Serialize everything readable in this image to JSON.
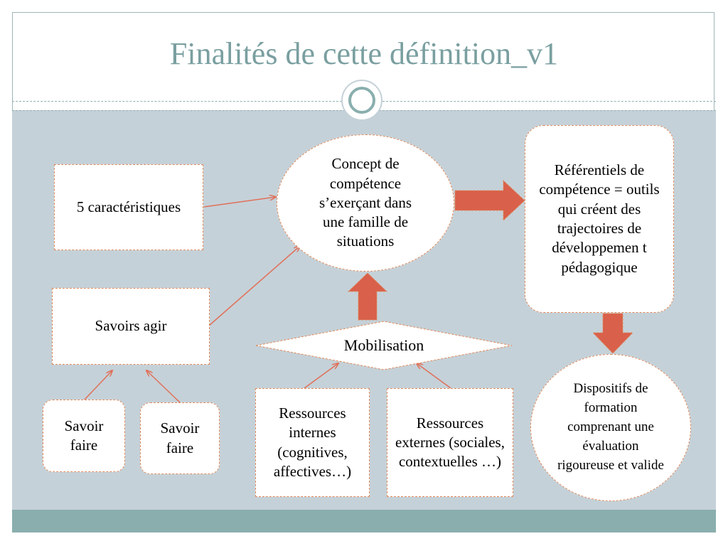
{
  "slide": {
    "title": "Finalités de cette définition_v1"
  },
  "diagram": {
    "caracteristiques": "5 caractéristiques",
    "savoirs_agir": "Savoirs agir",
    "savoir_faire_1": "Savoir faire",
    "savoir_faire_2": "Savoir faire",
    "concept": "Concept de compétence s’exerçant dans une famille de situations",
    "mobilisation": "Mobilisation",
    "ressources_internes": "Ressources internes (cognitives, affectives…)",
    "ressources_externes": "Ressources externes (sociales, contextuelles …)",
    "referentiels": "Référentiels de compétence = outils qui créent des trajectoires de développemen t pédagogique",
    "dispositifs": "Dispositifs de formation comprenant une évaluation rigoureuse et valide"
  },
  "colors": {
    "title": "#7a9fa0",
    "panel": "#c5d1d8",
    "footer": "#8aaeae",
    "arrow": "#d9604a",
    "connector": "#e0705a",
    "border": "#e08a5c"
  }
}
